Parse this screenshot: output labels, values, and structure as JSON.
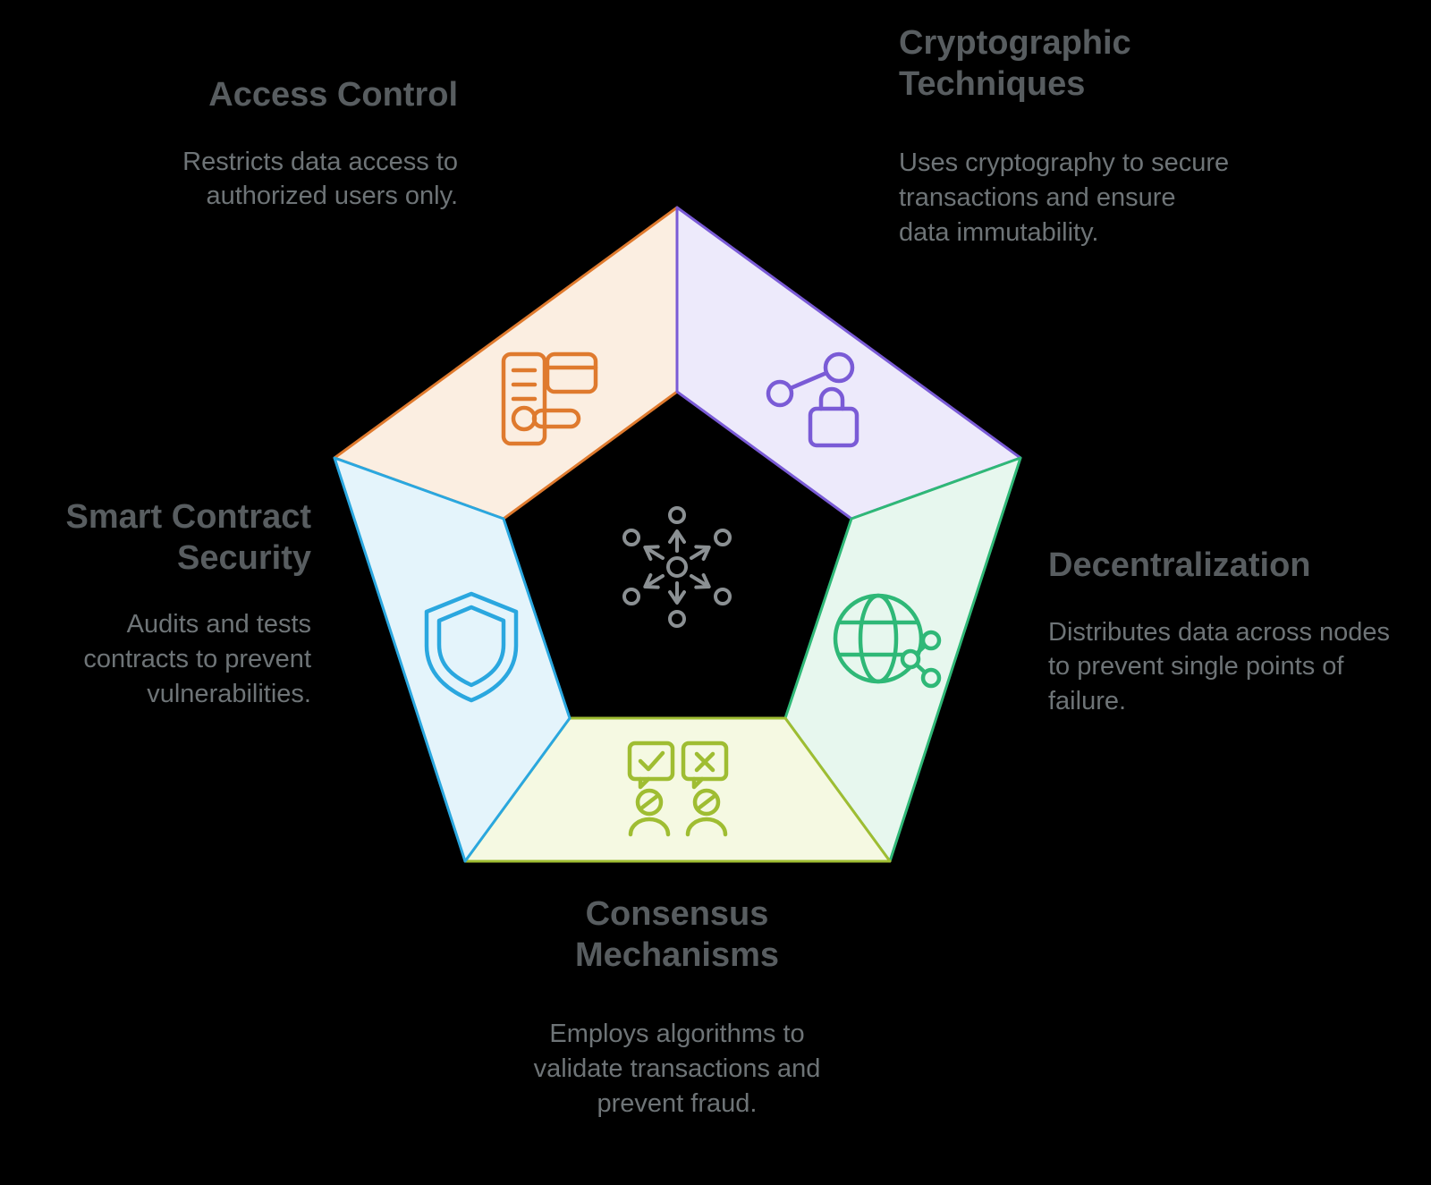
{
  "diagram": {
    "background_color": "#000000",
    "title_color": "#585D60",
    "body_color": "#6E7477",
    "center_icon": {
      "name": "network-hub-icon",
      "color": "#8B9093"
    },
    "segments": [
      {
        "key": "access-control",
        "title": "Access Control",
        "description": "Restricts data access to authorized users only.",
        "fill": "#FBEEE1",
        "stroke": "#DF7A2E",
        "icon": "server-card-key-icon"
      },
      {
        "key": "cryptographic-techniques",
        "title": "Cryptographic Techniques",
        "description": "Uses cryptography to secure transactions and ensure data immutability.",
        "fill": "#EDEAFB",
        "stroke": "#7A5BD6",
        "icon": "node-link-padlock-icon"
      },
      {
        "key": "decentralization",
        "title": "Decentralization",
        "description": "Distributes data across nodes to prevent single points of failure.",
        "fill": "#E7F7EE",
        "stroke": "#2FB877",
        "icon": "globe-network-icon"
      },
      {
        "key": "consensus-mechanisms",
        "title": "Consensus Mechanisms",
        "description": "Employs algorithms to validate transactions and prevent fraud.",
        "fill": "#F5F9E2",
        "stroke": "#9FBD32",
        "icon": "vote-discussion-icon"
      },
      {
        "key": "smart-contract-security",
        "title": "Smart Contract Security",
        "description": "Audits and tests contracts to prevent vulnerabilities.",
        "fill": "#E4F4FB",
        "stroke": "#2AA7DF",
        "icon": "shield-icon"
      }
    ]
  }
}
